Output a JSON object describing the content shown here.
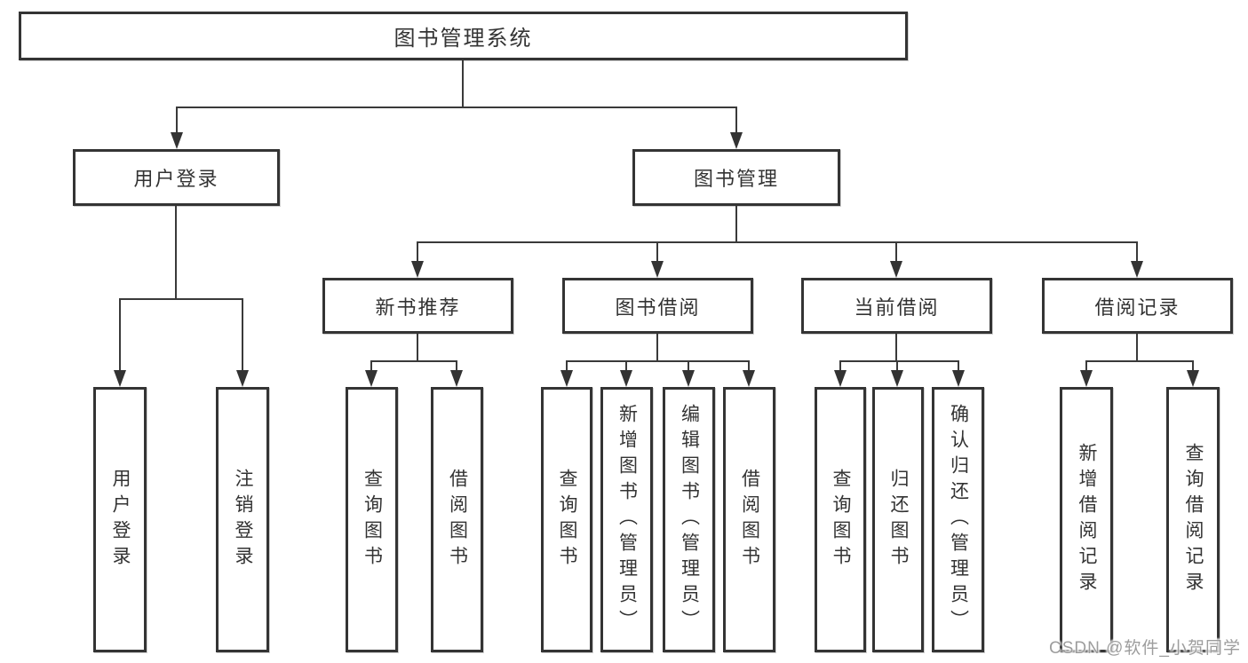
{
  "diagram": {
    "root": {
      "label": "图书管理系统"
    },
    "level2": {
      "user_login": {
        "label": "用户登录"
      },
      "book_management": {
        "label": "图书管理"
      }
    },
    "level3": {
      "new_books": {
        "label": "新书推荐"
      },
      "book_borrow": {
        "label": "图书借阅"
      },
      "current_borrow": {
        "label": "当前借阅"
      },
      "borrow_records": {
        "label": "借阅记录"
      }
    },
    "level4": {
      "user_login_login": {
        "label": "用户登录"
      },
      "user_login_logout": {
        "label": "注销登录"
      },
      "nb_query_books": {
        "label": "查询图书"
      },
      "nb_borrow_books": {
        "label": "借阅图书"
      },
      "bb_query_books": {
        "label": "查询图书"
      },
      "bb_add_books": {
        "label": "新增图书（管理员）"
      },
      "bb_edit_books": {
        "label": "编辑图书（管理员）"
      },
      "bb_borrow_books": {
        "label": "借阅图书"
      },
      "cb_query_books": {
        "label": "查询图书"
      },
      "cb_return_books": {
        "label": "归还图书"
      },
      "cb_confirm_return": {
        "label": "确认归还（管理员）"
      },
      "br_add_record": {
        "label": "新增借阅记录"
      },
      "br_query_record": {
        "label": "查询借阅记录"
      }
    }
  },
  "watermark": {
    "text": "CSDN @软件_小贺同学"
  }
}
